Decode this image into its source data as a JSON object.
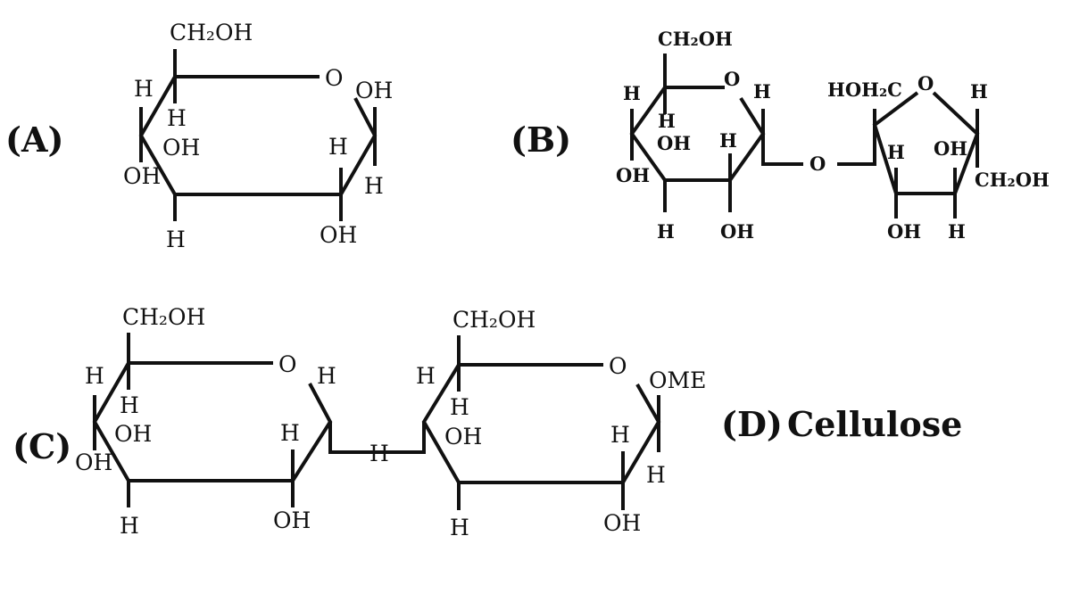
{
  "labels": {
    "a": "(A)",
    "b": "(B)",
    "c": "(C)",
    "d": "(D)",
    "d_name": "Cellulose"
  },
  "atoms": {
    "ch2oh": "CH₂OH",
    "hoh2c": "HOH₂C",
    "o": "O",
    "oh": "OH",
    "h": "H",
    "ome": "OME"
  }
}
